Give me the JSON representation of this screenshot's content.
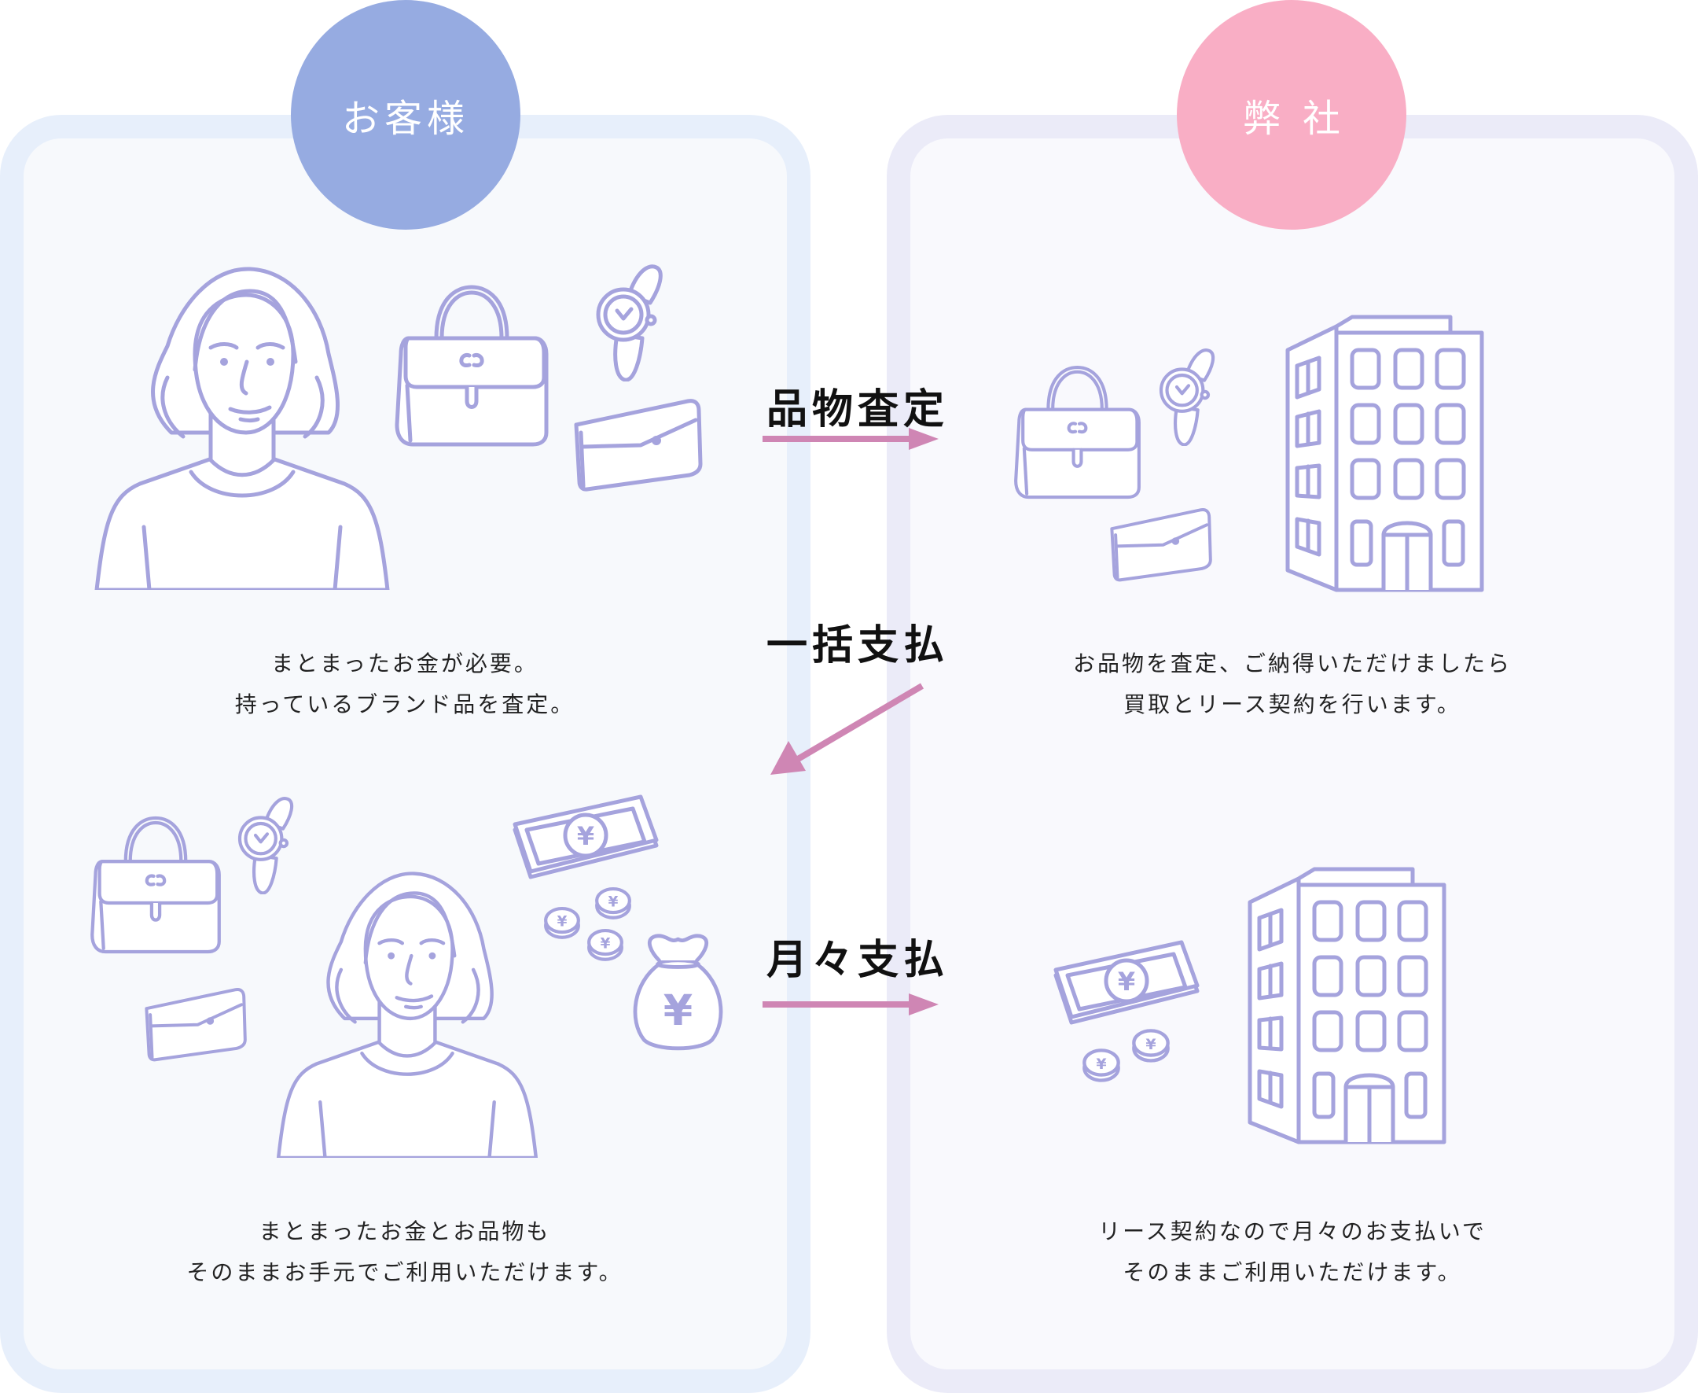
{
  "colors": {
    "customer_badge": "#96abe1",
    "company_badge": "#f9aec5",
    "customer_card_border": "#e7effb",
    "company_card_border": "#ebebf8",
    "arrow": "#cf86b4",
    "illustration_stroke": "#a5a3dd"
  },
  "customer": {
    "badge_label": "お客様",
    "step1_text": [
      "まとまったお金が必要。",
      "持っているブランド品を査定。"
    ],
    "step2_text": [
      "まとまったお金とお品物も",
      "そのままお手元でご利用いただけます。"
    ]
  },
  "company": {
    "badge_label": "弊社",
    "step1_text": [
      "お品物を査定、ご納得いただけましたら",
      "買取とリース契約を行います。"
    ],
    "step2_text": [
      "リース契約なので月々のお支払いで",
      "そのままご利用いただけます。"
    ]
  },
  "flows": [
    {
      "label": "品物査定",
      "direction": "customer-to-company"
    },
    {
      "label": "一括支払",
      "direction": "company-to-customer"
    },
    {
      "label": "月々支払",
      "direction": "customer-to-company"
    }
  ],
  "icons": {
    "woman": "woman-icon",
    "handbag": "handbag-icon",
    "watch": "watch-icon",
    "wallet": "wallet-icon",
    "building": "building-icon",
    "banknotes": "yen-banknotes-icon",
    "coin": "yen-coin-icon",
    "money_bag": "yen-money-bag-icon",
    "yen_symbol": "¥"
  }
}
